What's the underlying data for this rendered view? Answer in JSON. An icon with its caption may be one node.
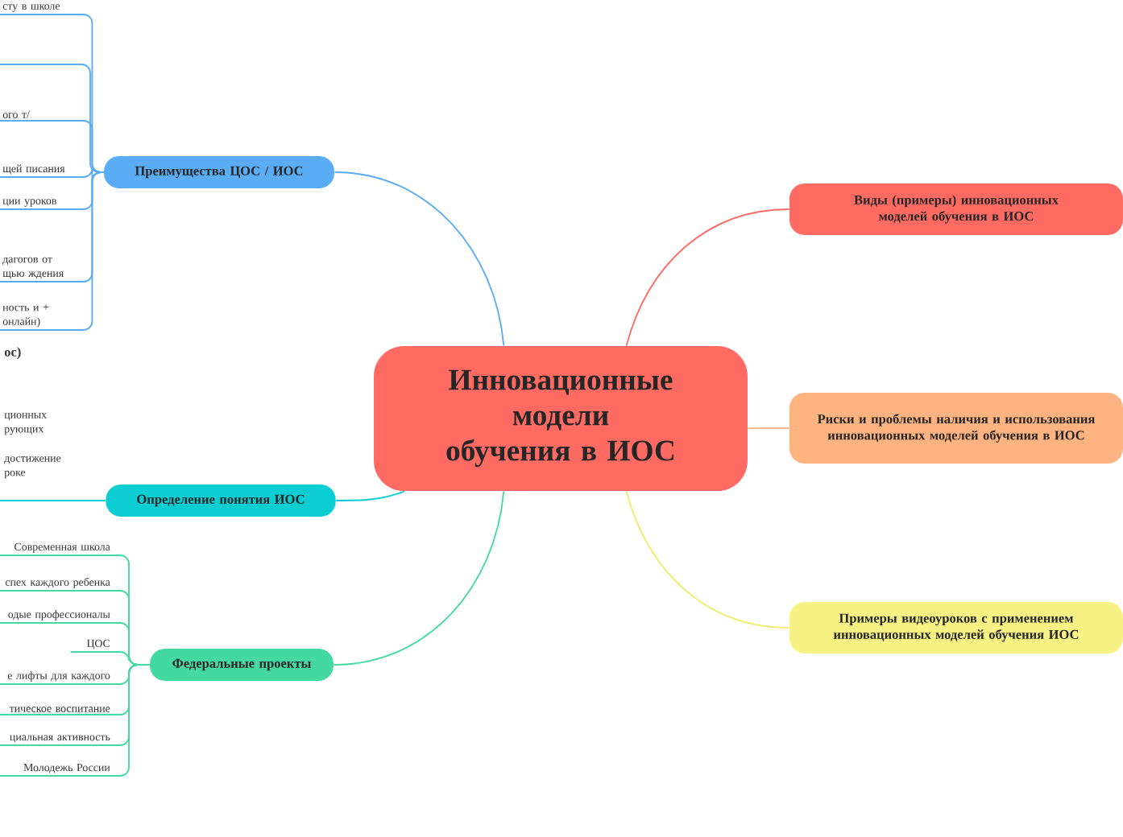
{
  "diagram": {
    "nodes": [
      {
        "text": [
          "Инновационные модели обучения в ИОС"
        ]
      },
      {
        "text": [
          "Преимущества ЦОС / ИОС"
        ]
      },
      {
        "text": [
          "Определение понятия ИОС"
        ]
      },
      {
        "text": [
          "Федеральные проекты"
        ]
      },
      {
        "text": [
          "Виды (примеры) инновационных моделей обучения в ИОС"
        ]
      },
      {
        "text": [
          "Риски и проблемы наличия и использования инновационных моделей обучения в ИОС"
        ]
      },
      {
        "text": [
          "Примеры видеоуроков с применением инновационных моделей обучения ИОС"
        ]
      },
      {
        "text": [
          "сту в школе"
        ]
      },
      {
        "text": [
          "ого т/"
        ]
      },
      {
        "text": [
          "щей писания"
        ]
      },
      {
        "text": [
          "ции уроков"
        ]
      },
      {
        "text": [
          "дагогов от щью ждения"
        ]
      },
      {
        "text": [
          "ность и + онлайн)"
        ]
      },
      {
        "text": [
          "Современная школа"
        ]
      },
      {
        "text": [
          "спех каждого ребенка"
        ]
      },
      {
        "text": [
          "одые профессионалы"
        ]
      },
      {
        "text": [
          "ЦОС"
        ]
      },
      {
        "text": [
          "е лифты для каждого"
        ]
      },
      {
        "text": [
          "тическое воспитание"
        ]
      },
      {
        "text": [
          "циальная активность"
        ]
      },
      {
        "text": [
          "Молодежь России"
        ]
      }
    ],
    "edges": [
      {
        "from": 0,
        "to": 1,
        "arrow": "none",
        "color": "#5aadf5"
      },
      {
        "from": 0,
        "to": 2,
        "arrow": "none",
        "color": "#0ccdd2"
      },
      {
        "from": 0,
        "to": 3,
        "arrow": "none",
        "color": "#45d9a2"
      },
      {
        "from": 0,
        "to": 4,
        "arrow": "none",
        "color": "#ff6b63"
      },
      {
        "from": 0,
        "to": 5,
        "arrow": "none",
        "color": "#ffb380"
      },
      {
        "from": 0,
        "to": 6,
        "arrow": "none",
        "color": "#f3ea6a"
      },
      {
        "from": 1,
        "to": 7,
        "arrow": "none",
        "color": "#5aadf5"
      },
      {
        "from": 1,
        "to": null,
        "arrow": "none",
        "color": "#5aadf5"
      },
      {
        "from": 1,
        "to": 8,
        "arrow": "none",
        "color": "#5aadf5"
      },
      {
        "from": 1,
        "to": 9,
        "arrow": "none",
        "color": "#5aadf5"
      },
      {
        "from": 1,
        "to": 10,
        "arrow": "none",
        "color": "#5aadf5"
      },
      {
        "from": 1,
        "to": 11,
        "arrow": "none",
        "color": "#5aadf5"
      },
      {
        "from": 1,
        "to": 12,
        "arrow": "none",
        "color": "#5aadf5"
      },
      {
        "from": 2,
        "to": null,
        "arrow": "none",
        "color": "#0ccdd2"
      },
      {
        "from": 3,
        "to": 13,
        "arrow": "none",
        "color": "#45d9a2"
      },
      {
        "from": 3,
        "to": 14,
        "arrow": "none",
        "color": "#45d9a2"
      },
      {
        "from": 3,
        "to": 15,
        "arrow": "none",
        "color": "#45d9a2"
      },
      {
        "from": 3,
        "to": 16,
        "arrow": "none",
        "color": "#45d9a2"
      },
      {
        "from": 3,
        "to": 17,
        "arrow": "none",
        "color": "#45d9a2"
      },
      {
        "from": 3,
        "to": 18,
        "arrow": "none",
        "color": "#45d9a2"
      },
      {
        "from": 3,
        "to": 19,
        "arrow": "none",
        "color": "#45d9a2"
      },
      {
        "from": 3,
        "to": 20,
        "arrow": "none",
        "color": "#45d9a2"
      }
    ],
    "labels": [
      "ос)",
      "ционных рующих",
      "достижение роке"
    ]
  }
}
